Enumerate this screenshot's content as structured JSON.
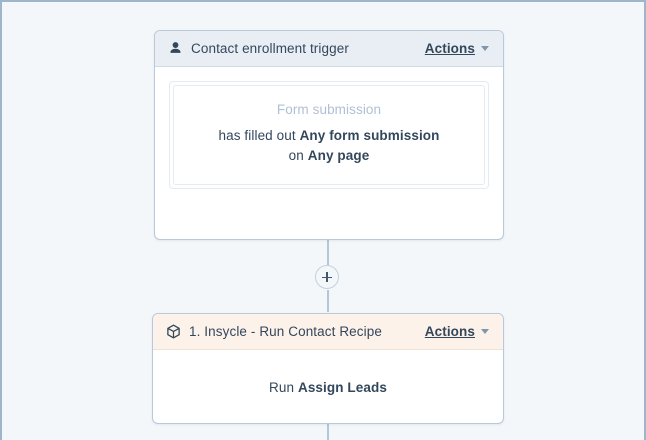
{
  "canvas": {
    "background_color": "#f3f7fa",
    "border_color": "#9fb6ca"
  },
  "connector": {
    "line_color": "#b4c6d8",
    "add_step_button": {
      "name": "add-step-button",
      "glyph": "+"
    }
  },
  "cards": [
    {
      "id": "contact-enrollment-trigger",
      "header": {
        "icon": "contact-person-icon",
        "title": "Contact enrollment trigger",
        "background_color": "#e9eef5",
        "actions_label": "Actions",
        "actions_caret": "chevron-down-icon"
      },
      "criteria": {
        "type_label": "Form submission",
        "line1_prefix": "has filled out ",
        "line1_bold": "Any form submission",
        "line2_prefix": "on ",
        "line2_bold": "Any page"
      }
    },
    {
      "id": "insycle-run-contact-recipe",
      "header": {
        "icon": "cube-icon",
        "title": "1. Insycle - Run Contact Recipe",
        "background_color": "#fdf2ea",
        "actions_label": "Actions",
        "actions_caret": "chevron-down-icon"
      },
      "body": {
        "prefix": "Run ",
        "bold": "Assign Leads"
      }
    }
  ]
}
